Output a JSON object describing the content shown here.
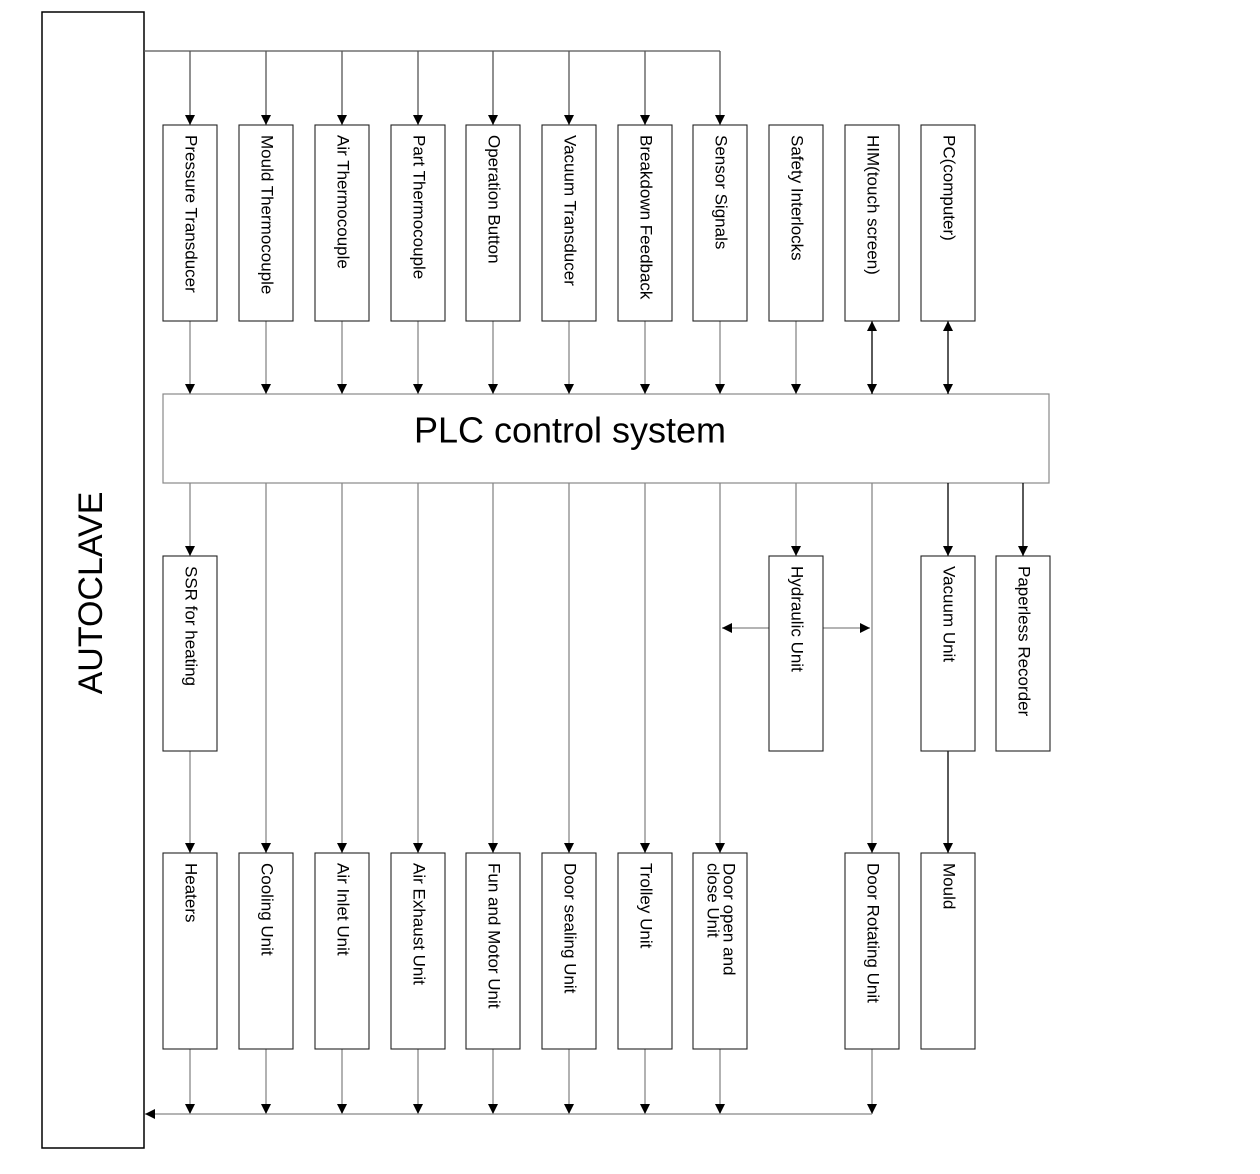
{
  "autoclave_label": "AUTOCLAVE",
  "plc_label": "PLC control system",
  "inputs": [
    {
      "id": "pressure-transducer",
      "lines": [
        "Pressure Transducer"
      ]
    },
    {
      "id": "mould-thermocouple",
      "lines": [
        "Mould Thermocouple"
      ]
    },
    {
      "id": "air-thermocouple",
      "lines": [
        "Air Thermocouple"
      ]
    },
    {
      "id": "part-thermocouple",
      "lines": [
        "Part Thermocouple"
      ]
    },
    {
      "id": "operation-button",
      "lines": [
        "Operation Button"
      ]
    },
    {
      "id": "vacuum-transducer",
      "lines": [
        "Vacuum Transducer"
      ]
    },
    {
      "id": "breakdown-feedback",
      "lines": [
        "Breakdown Feedback"
      ]
    },
    {
      "id": "sensor-signals",
      "lines": [
        "Sensor Signals"
      ]
    },
    {
      "id": "safety-interlocks",
      "lines": [
        "Safety  Interlocks"
      ]
    },
    {
      "id": "him-touch-screen",
      "lines": [
        "HIM(touch screen)"
      ]
    },
    {
      "id": "pc-computer",
      "lines": [
        "PC(computer)"
      ]
    }
  ],
  "intermediates": [
    {
      "id": "ssr-for-heating",
      "lines": [
        "SSR for heating"
      ]
    },
    {
      "id": "hydraulic-unit",
      "lines": [
        "Hydraulic Unit"
      ]
    },
    {
      "id": "vacuum-unit",
      "lines": [
        "Vacuum Unit"
      ]
    },
    {
      "id": "paperless-recorder",
      "lines": [
        "Paperless Recorder"
      ]
    }
  ],
  "outputs": [
    {
      "id": "heaters",
      "lines": [
        "Heaters"
      ]
    },
    {
      "id": "cooling-unit",
      "lines": [
        "Cooling Unit"
      ]
    },
    {
      "id": "air-inlet-unit",
      "lines": [
        "Air Inlet Unit"
      ]
    },
    {
      "id": "air-exhaust-unit",
      "lines": [
        "Air Exhaust Unit"
      ]
    },
    {
      "id": "fun-and-motor-unit",
      "lines": [
        "Fun and Motor Unit"
      ]
    },
    {
      "id": "door-sealing-unit",
      "lines": [
        "Door sealing Unit"
      ]
    },
    {
      "id": "trolley-unit",
      "lines": [
        "Trolley Unit"
      ]
    },
    {
      "id": "door-open-and-close-unit",
      "lines": [
        "Door open and",
        "close Unit"
      ]
    },
    {
      "id": "door-rotating-unit",
      "lines": [
        "Door Rotating Unit"
      ]
    },
    {
      "id": "mould",
      "lines": [
        "Mould"
      ]
    }
  ]
}
